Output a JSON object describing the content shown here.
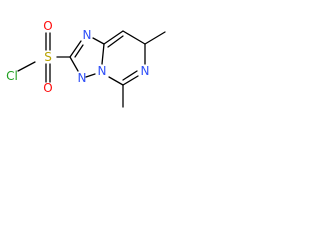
{
  "molecule": {
    "atom_labels": {
      "chlorine": "Cl",
      "sulfur": "S",
      "oxygen_top": "O",
      "oxygen_bottom": "O",
      "nitrogen_top": "N",
      "nitrogen_bottom_left": "N",
      "nitrogen_bridge": "N",
      "nitrogen_right": "N"
    },
    "colors": {
      "chlorine": "#1fa01f",
      "sulfur": "#b9a300",
      "oxygen": "#ff0d0d",
      "nitrogen": "#3050f8",
      "bond": "#000000"
    }
  }
}
